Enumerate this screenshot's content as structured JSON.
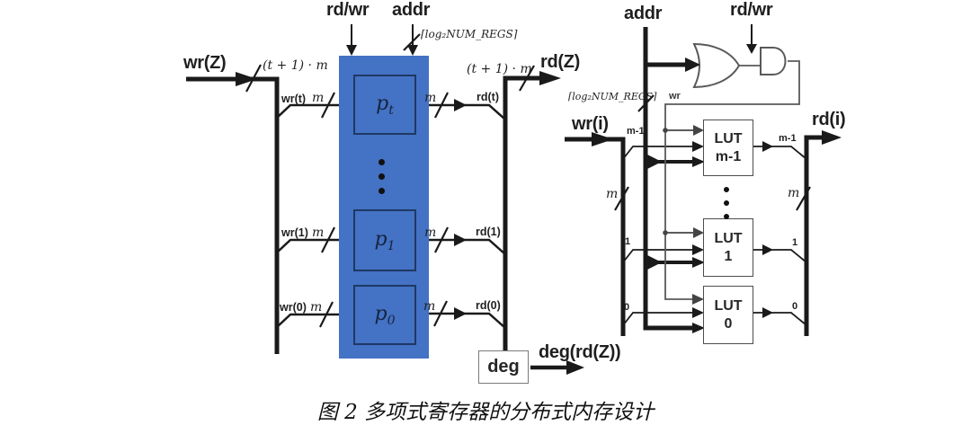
{
  "caption": "图 2 多项式寄存器的分布式内存设计",
  "colors": {
    "register_bank_fill": "#4472c4",
    "register_box_border": "#1f3864",
    "wire_black": "#1a1a1a",
    "gate_gray": "#595959",
    "deg_box_border": "#7a7a7a"
  },
  "shared": {
    "rd_part": "rd",
    "wr_part": "/wr",
    "addr_label": "addr",
    "addr_width_label": "⌈log₂NUM_REGS⌉",
    "m_label": "m"
  },
  "left": {
    "input_label": "wr(Z)",
    "output_label": "rd(Z)",
    "bus_width_label": "(t + 1) · m",
    "write_taps": [
      "wr(t)",
      "wr(1)",
      "wr(0)"
    ],
    "read_taps": [
      "rd(t)",
      "rd(1)",
      "rd(0)"
    ],
    "registers": [
      {
        "base": "p",
        "sub": "t"
      },
      {
        "base": "p",
        "sub": "1"
      },
      {
        "base": "p",
        "sub": "0"
      }
    ],
    "deg_box_label": "deg",
    "deg_output_label": "deg(rd(Z))"
  },
  "right": {
    "input_label": "wr(i)",
    "output_label": "rd(i)",
    "wr_feedback_label": "wr",
    "bit_taps_in": [
      "m-1",
      "1",
      "0"
    ],
    "bit_taps_out": [
      "m-1",
      "1",
      "0"
    ],
    "luts": [
      {
        "line1": "LUT",
        "line2": "m-1"
      },
      {
        "line1": "LUT",
        "line2": "1"
      },
      {
        "line1": "LUT",
        "line2": "0"
      }
    ]
  }
}
